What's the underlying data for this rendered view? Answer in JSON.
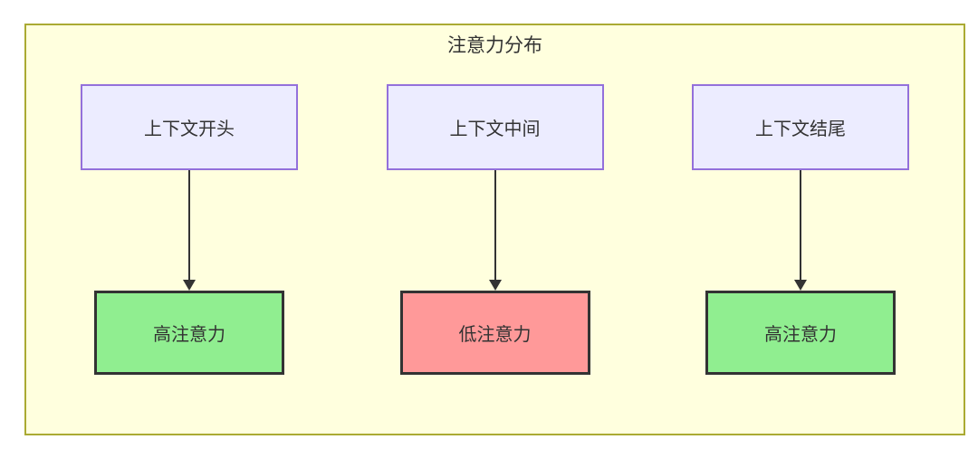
{
  "diagram": {
    "title": "注意力分布",
    "type": "flowchart",
    "colors": {
      "cluster_fill": "#ffffde",
      "cluster_border": "#aaaa33",
      "default_node_fill": "#ECECFF",
      "default_node_border": "#9370DB",
      "high_fill": "#90EE90",
      "low_fill": "#ff9999",
      "emphasis_border": "#333333",
      "arrow": "#333333",
      "text": "#333333"
    },
    "columns": [
      {
        "source": "上下文开头",
        "target": "高注意力",
        "target_type": "high"
      },
      {
        "source": "上下文中间",
        "target": "低注意力",
        "target_type": "low"
      },
      {
        "source": "上下文结尾",
        "target": "高注意力",
        "target_type": "high"
      }
    ]
  }
}
